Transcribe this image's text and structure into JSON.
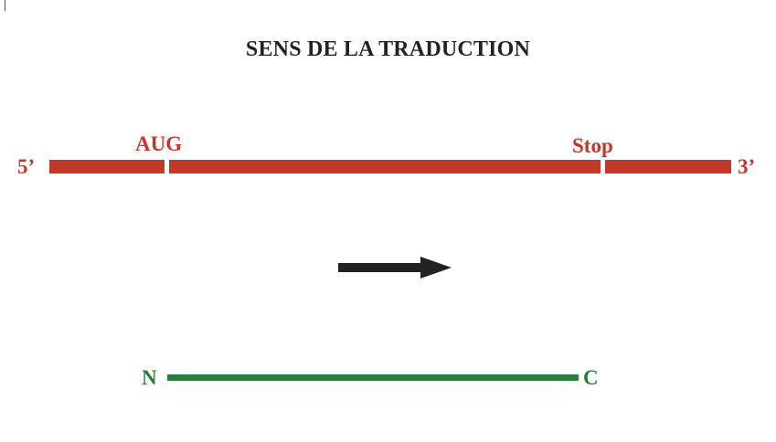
{
  "title": "SENS DE LA TRADUCTION",
  "mrna": {
    "five_prime": "5’",
    "three_prime": "3’",
    "start_codon": "AUG",
    "stop_codon": "Stop",
    "color": "#c0392b"
  },
  "protein": {
    "n_terminus": "N",
    "c_terminus": "C",
    "color": "#2e7d3a"
  },
  "arrow": {
    "direction": "right",
    "color": "#222222"
  }
}
